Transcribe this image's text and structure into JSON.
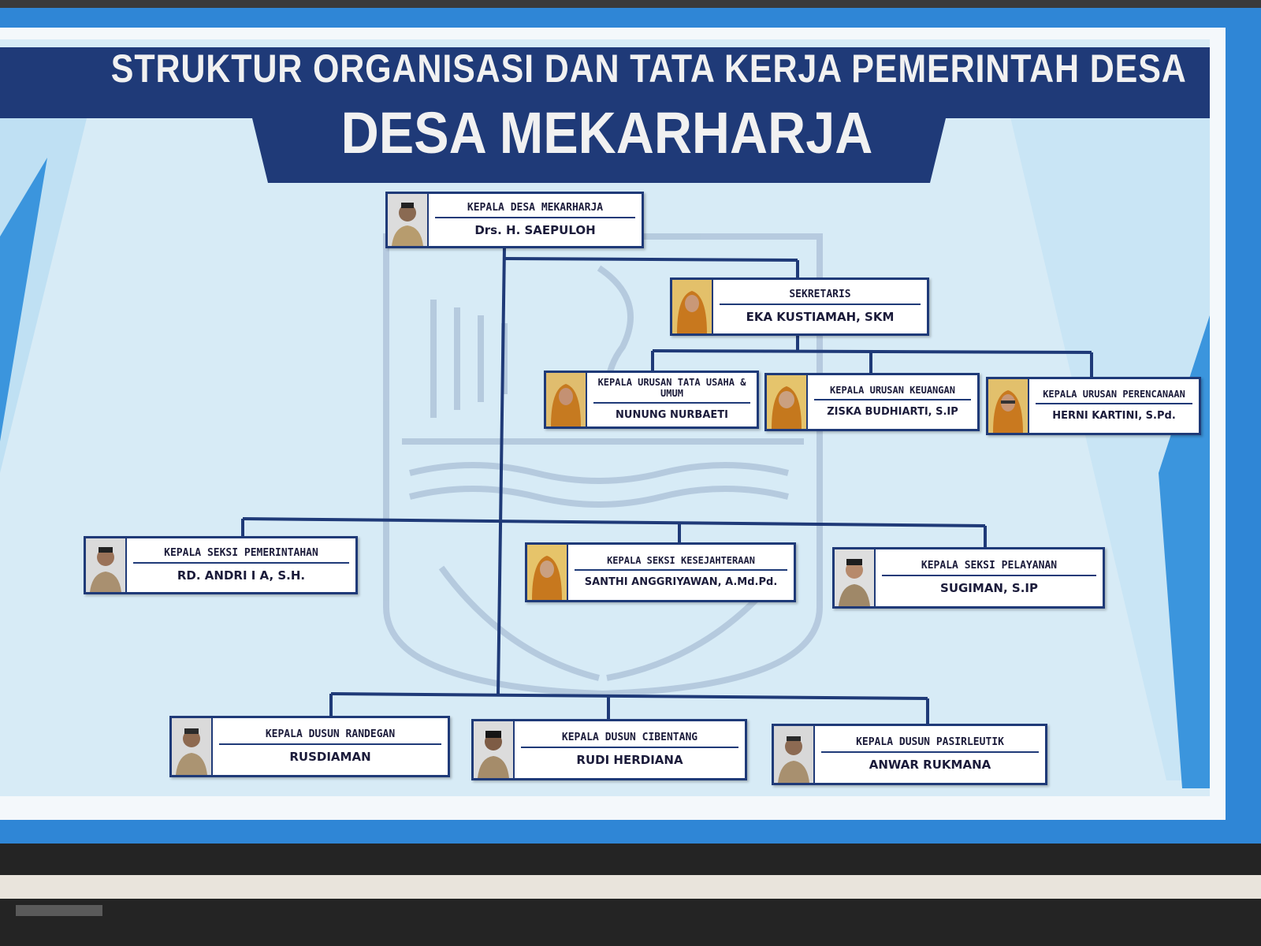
{
  "header": {
    "title_line1": "STRUKTUR ORGANISASI DAN TATA KERJA PEMERINTAH DESA",
    "title_line2": "DESA MEKARHARJA"
  },
  "colors": {
    "frame_blue": "#2f86d6",
    "banner_navy": "#1f3a78",
    "board_light": "#d9ecf7",
    "box_border": "#1f3a78",
    "connector": "#1f3a78"
  },
  "org": {
    "kepala_desa": {
      "role": "KEPALA DESA MEKARHARJA",
      "name": "Drs. H. SAEPULOH"
    },
    "sekretaris": {
      "role": "SEKRETARIS",
      "name": "EKA KUSTIAMAH, SKM"
    },
    "kaur_tu": {
      "role": "KEPALA URUSAN TATA USAHA & UMUM",
      "name": "NUNUNG NURBAETI"
    },
    "kaur_keu": {
      "role": "KEPALA URUSAN KEUANGAN",
      "name": "ZISKA BUDHIARTI, S.IP"
    },
    "kaur_ren": {
      "role": "KEPALA URUSAN PERENCANAAN",
      "name": "HERNI KARTINI, S.Pd."
    },
    "kasi_pem": {
      "role": "KEPALA SEKSI PEMERINTAHAN",
      "name": "RD. ANDRI I A, S.H."
    },
    "kasi_kesra": {
      "role": "KEPALA SEKSI KESEJAHTERAAN",
      "name": "SANTHI ANGGRIYAWAN, A.Md.Pd."
    },
    "kasi_pel": {
      "role": "KEPALA SEKSI PELAYANAN",
      "name": "SUGIMAN, S.IP"
    },
    "kadus_ran": {
      "role": "KEPALA DUSUN RANDEGAN",
      "name": "RUSDIAMAN"
    },
    "kadus_cib": {
      "role": "KEPALA DUSUN CIBENTANG",
      "name": "RUDI HERDIANA"
    },
    "kadus_pas": {
      "role": "KEPALA DUSUN PASIRLEUTIK",
      "name": "ANWAR RUKMANA"
    }
  }
}
